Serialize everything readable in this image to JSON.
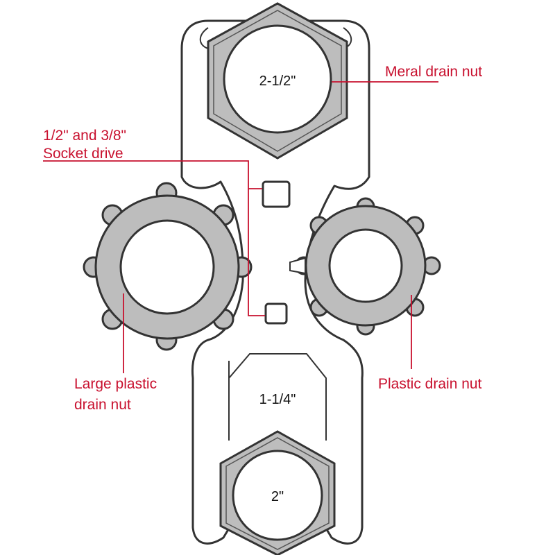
{
  "colors": {
    "outline": "#333333",
    "nut_fill": "#bdbdbd",
    "leader": "#c8102e",
    "label_text": "#c8102e",
    "size_text": "#111111",
    "background": "#ffffff"
  },
  "sizes": {
    "top_hex": "2-1/2\"",
    "middle_opening": "1-1/4\"",
    "bottom_hex": "2\""
  },
  "labels": {
    "metal_drain_nut": "Meral drain nut",
    "socket_drive_line1": "1/2\" and 3/8\"",
    "socket_drive_line2": "Socket drive",
    "large_plastic_line1": "Large plastic",
    "large_plastic_line2": "drain nut",
    "plastic_drain_nut": "Plastic drain nut"
  },
  "icons": {
    "socket_square": "square-drive-icon"
  }
}
